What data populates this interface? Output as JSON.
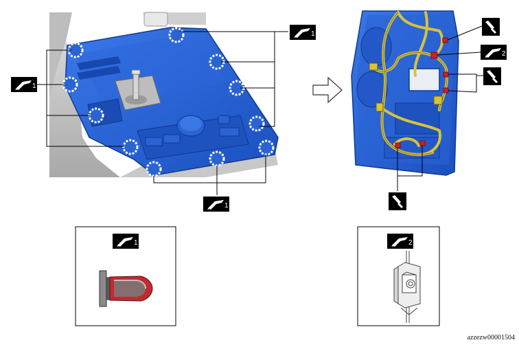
{
  "callouts": {
    "clip_1": "1",
    "clip_2": "2"
  },
  "reference_code": "azzezw00001504",
  "colors": {
    "panel_blue": "#1f5fd6",
    "panel_blue_dark": "#123f9c",
    "harness_yellow": "#d9c23a",
    "clip_red": "#c8202a",
    "callout_black": "#000000"
  },
  "icons": [
    "clip-removal-tool-icon",
    "screwdriver-icon",
    "arrow-right-icon"
  ]
}
